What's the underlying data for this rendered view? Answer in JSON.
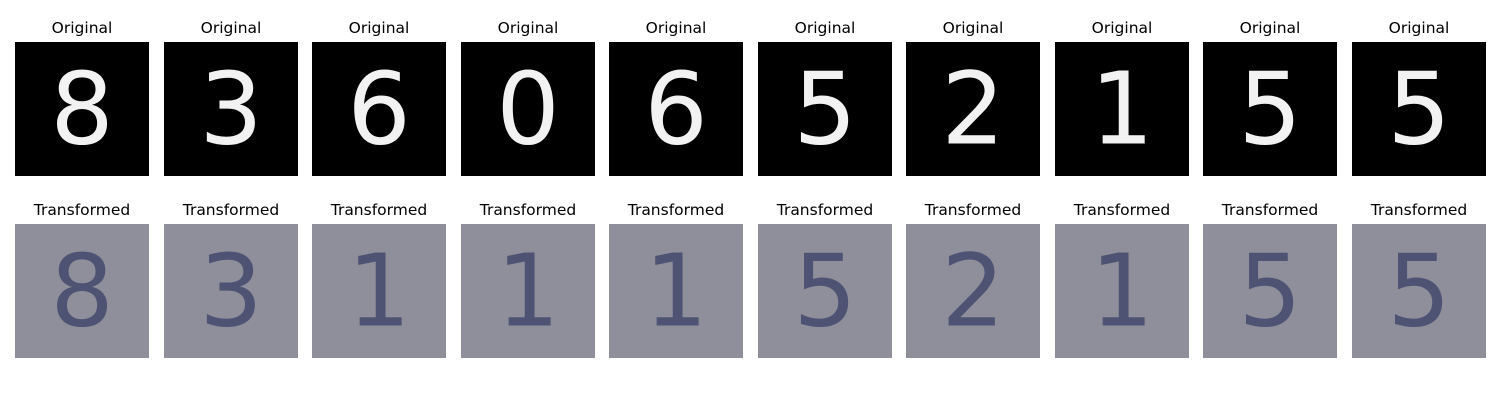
{
  "rows": [
    {
      "row": "original",
      "panels": [
        {
          "title": "Original",
          "digit": "8"
        },
        {
          "title": "Original",
          "digit": "3"
        },
        {
          "title": "Original",
          "digit": "6"
        },
        {
          "title": "Original",
          "digit": "0"
        },
        {
          "title": "Original",
          "digit": "6"
        },
        {
          "title": "Original",
          "digit": "5"
        },
        {
          "title": "Original",
          "digit": "2"
        },
        {
          "title": "Original",
          "digit": "1"
        },
        {
          "title": "Original",
          "digit": "5"
        },
        {
          "title": "Original",
          "digit": "5"
        }
      ]
    },
    {
      "row": "transformed",
      "panels": [
        {
          "title": "Transformed",
          "digit": "8"
        },
        {
          "title": "Transformed",
          "digit": "3"
        },
        {
          "title": "Transformed",
          "digit": "1"
        },
        {
          "title": "Transformed",
          "digit": "1"
        },
        {
          "title": "Transformed",
          "digit": "1"
        },
        {
          "title": "Transformed",
          "digit": "5"
        },
        {
          "title": "Transformed",
          "digit": "2"
        },
        {
          "title": "Transformed",
          "digit": "1"
        },
        {
          "title": "Transformed",
          "digit": "5"
        },
        {
          "title": "Transformed",
          "digit": "5"
        }
      ]
    }
  ],
  "colors": {
    "original_bg": "#000000",
    "original_stroke": "#f2f2f2",
    "transformed_bg": "#8e8f9b",
    "transformed_stroke": "#3a3f66"
  }
}
